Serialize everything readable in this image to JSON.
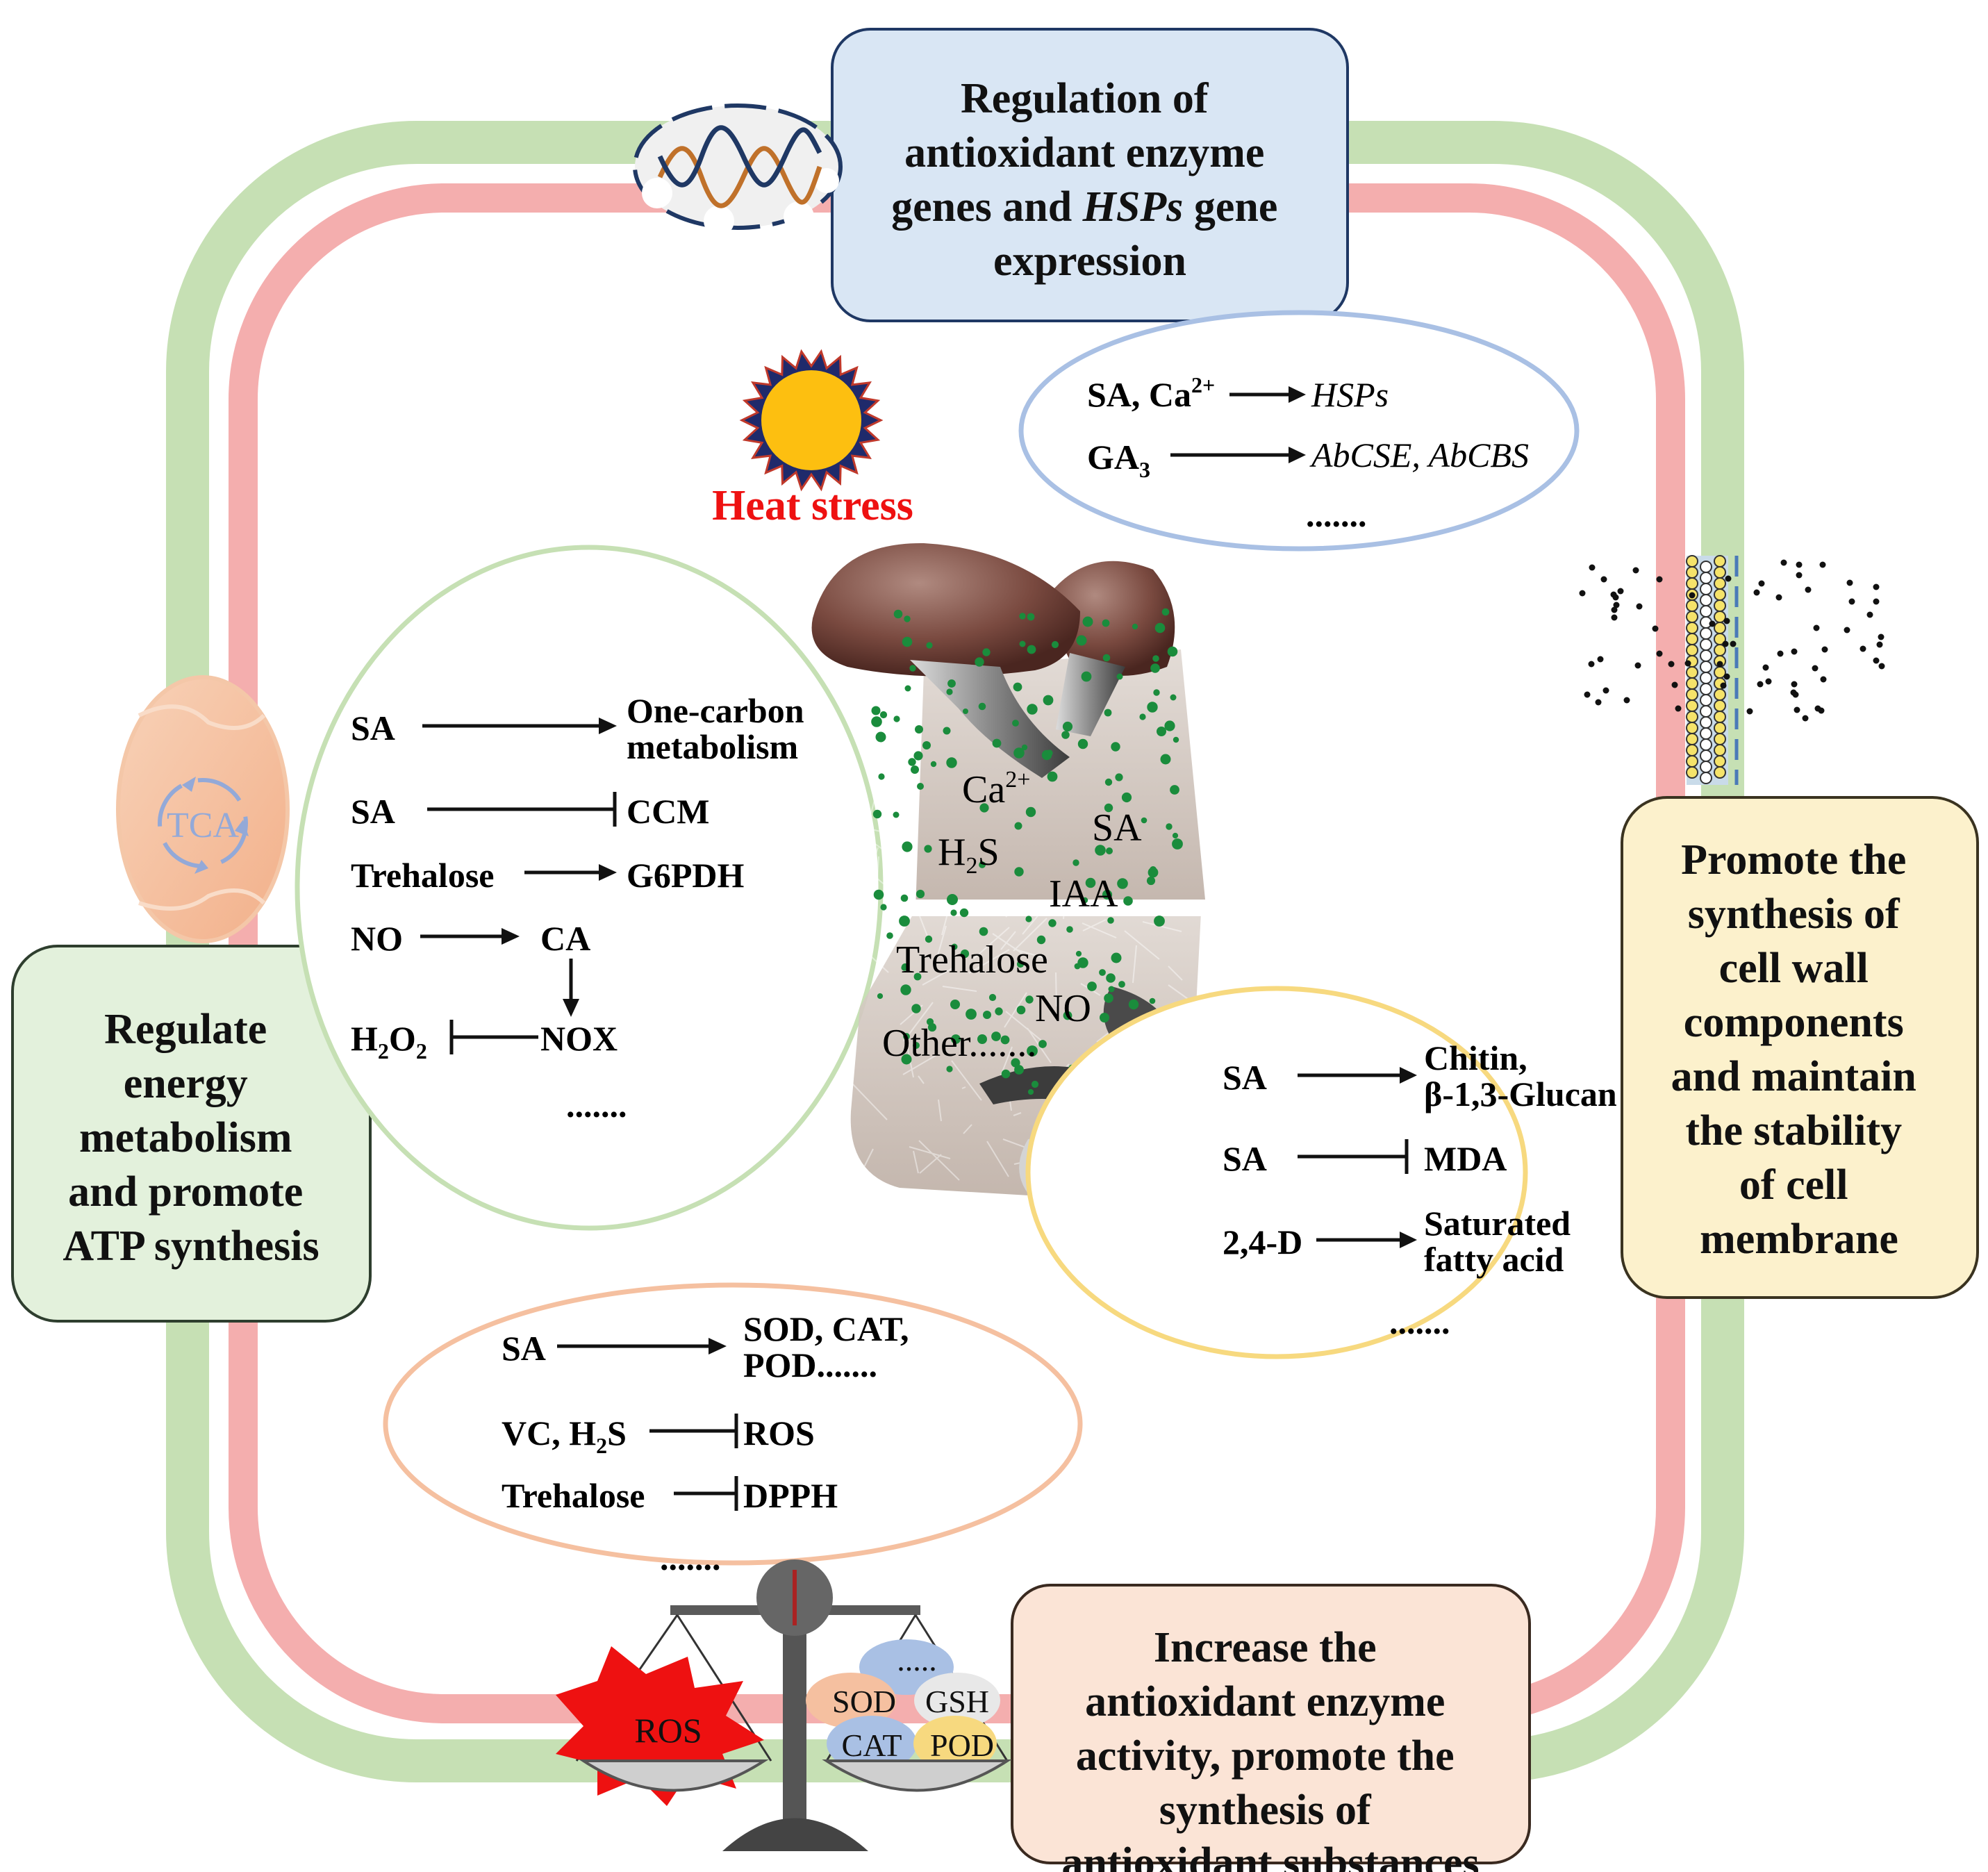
{
  "colors": {
    "outer_ring": "#c6e0b4",
    "inner_ring": "#f4aeae",
    "box_blue": "#d9e6f4",
    "box_green": "#e3f1dc",
    "box_yellow": "#fcf1cc",
    "box_peach": "#fbe4d6",
    "oval_blue": "#a9c0e4",
    "oval_green": "#c6e0b4",
    "oval_yellow": "#f7d97f",
    "oval_peach": "#f5c0a0",
    "heat_red": "#ee1111",
    "sun": "#fdbf10",
    "dots": "#1a8c3c"
  },
  "boxes": {
    "top": [
      "Regulation of",
      "antioxidant enzyme",
      "genes and |HSPs| gene",
      "expression"
    ],
    "left": [
      "Regulate",
      "energy",
      "metabolism",
      "and promote",
      "ATP synthesis"
    ],
    "right": [
      "Promote the",
      "synthesis of",
      "cell wall",
      "components",
      "and maintain",
      "the stability",
      "of cell",
      "membrane"
    ],
    "bottom": [
      "Increase the",
      "antioxidant enzyme",
      "activity, promote the",
      "synthesis of",
      "antioxidant substances"
    ]
  },
  "heat_label": "Heat stress",
  "mitochondria_label": "TCA",
  "gene_oval": {
    "rows": [
      {
        "from": "SA, Ca",
        "from_sup": "2+",
        "to": "HSPs"
      },
      {
        "from": "GA",
        "from_sub": "3",
        "to": "AbCSE, AbCBS"
      }
    ],
    "more": "......."
  },
  "energy_oval": {
    "r1_from": "SA",
    "r1_to_a": "One-carbon",
    "r1_to_b": "metabolism",
    "r2_from": "SA",
    "r2_to": "CCM",
    "r3_from": "Trehalose",
    "r3_to": "G6PDH",
    "r4_from": "NO",
    "r4_to": "CA",
    "r5_h": "H",
    "r5_sub2": "2",
    "r5_o": "O",
    "r5_sub2b": "2",
    "r5_to": "NOX",
    "more": "......."
  },
  "membrane_oval": {
    "r1_from": "SA",
    "r1_to_a": "Chitin,",
    "r1_to_b": "β-1,3-Glucan",
    "r2_from": "SA",
    "r2_to": "MDA",
    "r3_from": "2,4-D",
    "r3_to_a": "Saturated",
    "r3_to_b": "fatty acid",
    "more": "......."
  },
  "antiox_oval": {
    "r1_from": "SA",
    "r1_to_a": "SOD, CAT,",
    "r1_to_b": "POD.......",
    "r2_from_a": "VC, H",
    "r2_sub": "2",
    "r2_from_b": "S",
    "r2_to": "ROS",
    "r3_from": "Trehalose",
    "r3_to": "DPPH",
    "more": "......."
  },
  "mushroom_labels": {
    "ca": "Ca",
    "ca_sup": "2+",
    "sa": "SA",
    "h2s_h": "H",
    "h2s_sub": "2",
    "h2s_s": "S",
    "iaa": "IAA",
    "trehalose": "Trehalose",
    "no": "NO",
    "other": "Other......."
  },
  "scale": {
    "ros": "ROS",
    "dots": ".....",
    "sod": "SOD",
    "gsh": "GSH",
    "cat": "CAT",
    "pod": "POD"
  }
}
